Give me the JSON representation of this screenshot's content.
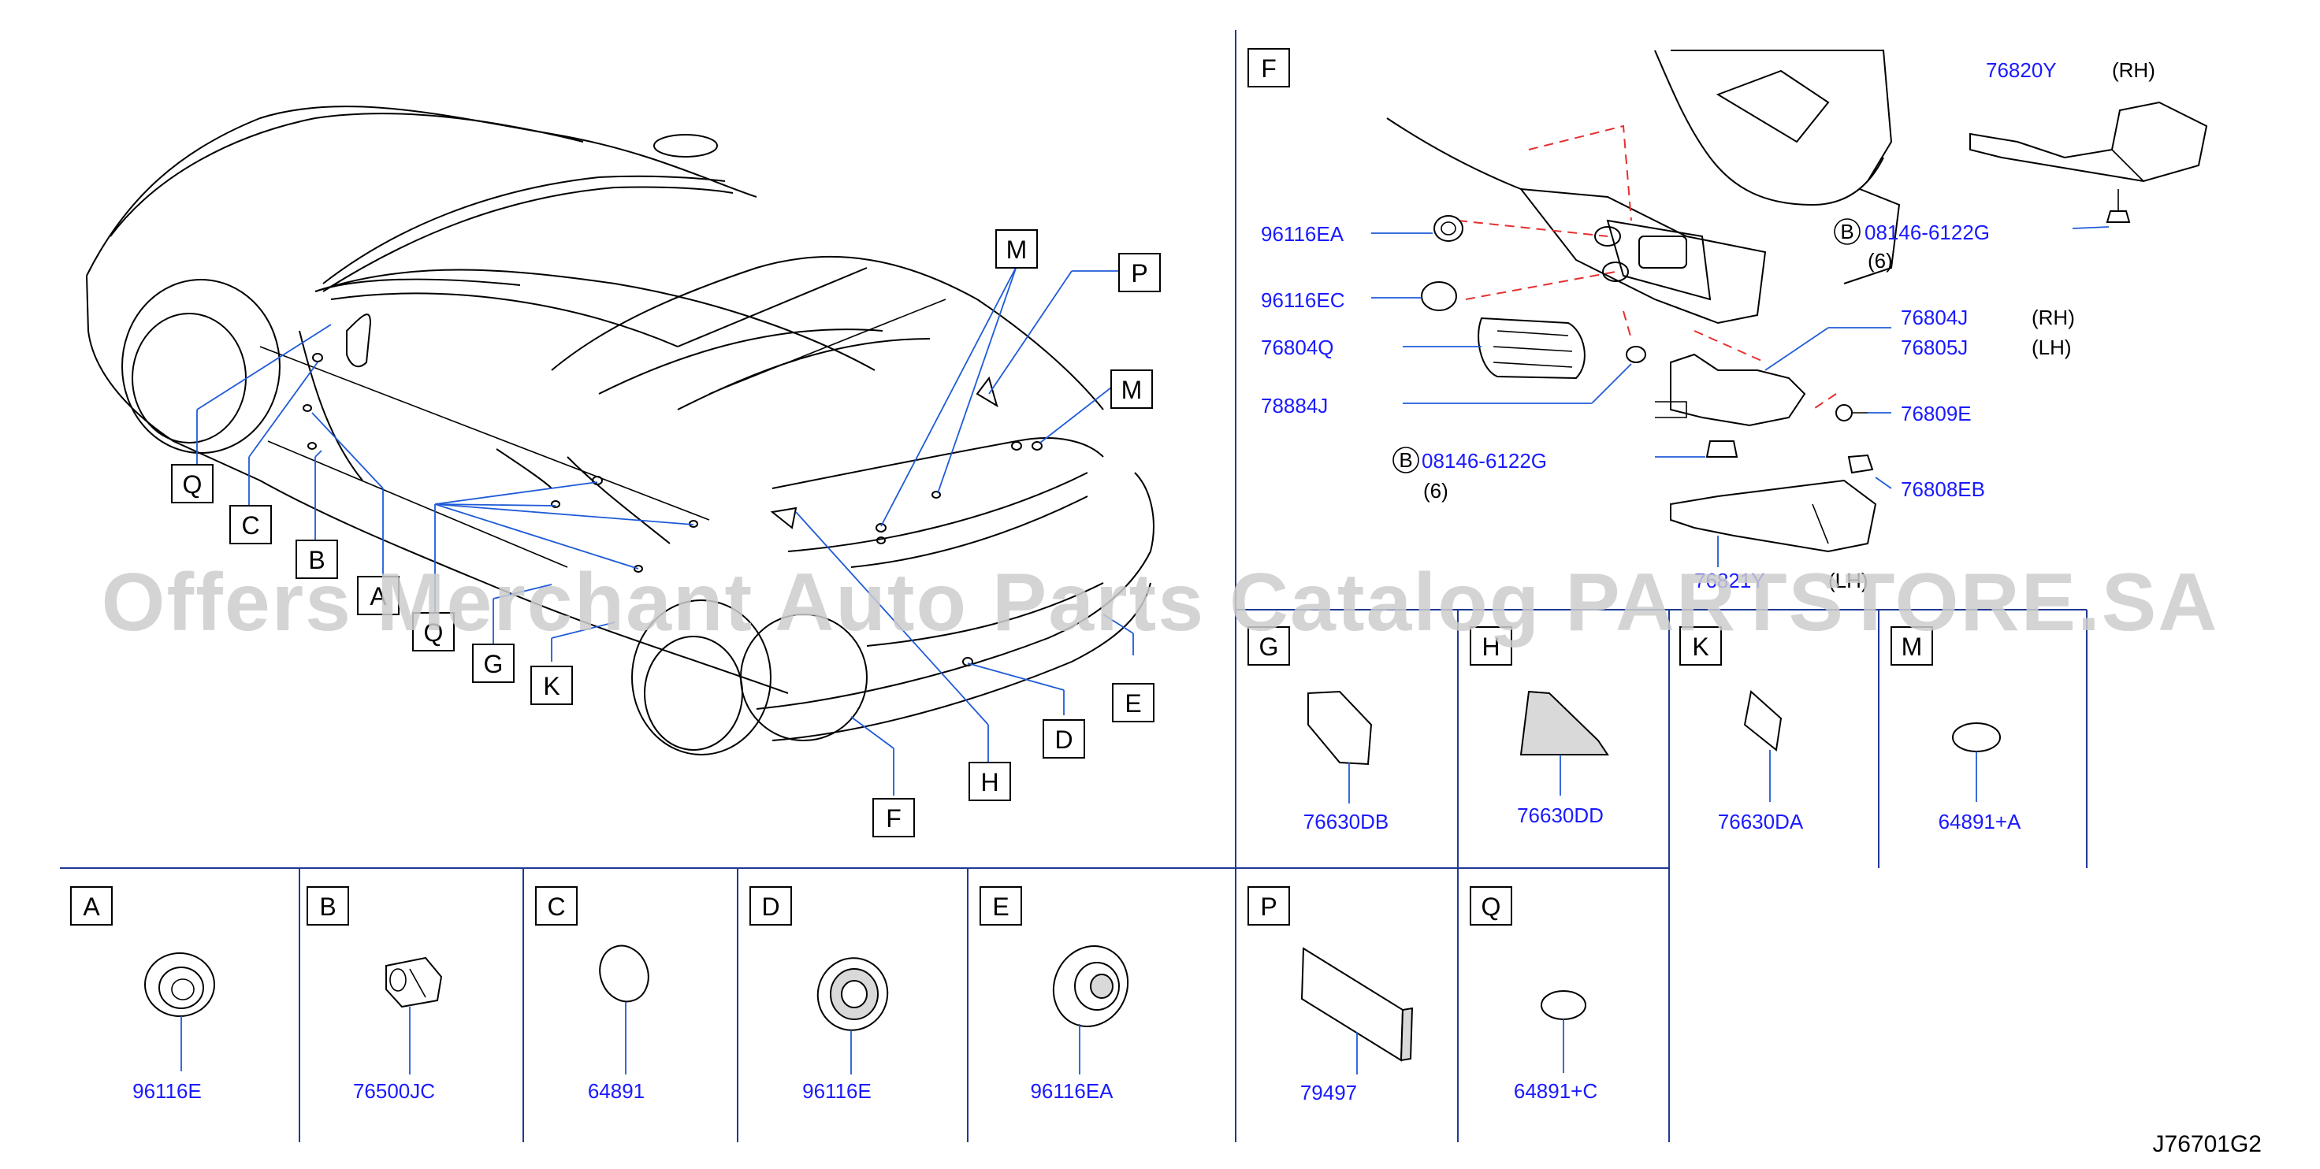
{
  "diagram_id": "J76701G2",
  "watermark": "Offers Merchant Auto Parts Catalog PARTSTORE.SA",
  "car_callouts": [
    "Q",
    "C",
    "B",
    "A",
    "Q",
    "G",
    "K",
    "M",
    "P",
    "M",
    "E",
    "D",
    "H",
    "F"
  ],
  "panel_f": {
    "title": "F",
    "labels": {
      "p96116EA": "96116EA",
      "p96116EC": "96116EC",
      "p76804Q": "76804Q",
      "p78884J": "78884J",
      "p76820Y": "76820Y",
      "p76820Y_side": "(RH)",
      "p08146_top": "08146-6122G",
      "p08146_top_qty": "(6)",
      "p76804J": "76804J",
      "p76804J_side": "(RH)",
      "p76805J": "76805J",
      "p76805J_side": "(LH)",
      "p76809E": "76809E",
      "p08146_bot": "08146-6122G",
      "p08146_bot_qty": "(6)",
      "p76808EB": "76808EB",
      "p_partial": "76821Y",
      "p_partial_side": "(LH)",
      "b_mark": "B"
    }
  },
  "panels": [
    {
      "key": "G",
      "part": "76630DB"
    },
    {
      "key": "H",
      "part": "76630DD"
    },
    {
      "key": "K",
      "part": "76630DA"
    },
    {
      "key": "M",
      "part": "64891+A"
    },
    {
      "key": "A",
      "part": "96116E"
    },
    {
      "key": "B",
      "part": "76500JC"
    },
    {
      "key": "C",
      "part": "64891"
    },
    {
      "key": "D",
      "part": "96116E"
    },
    {
      "key": "E",
      "part": "96116EA"
    },
    {
      "key": "P",
      "part": "79497"
    },
    {
      "key": "Q",
      "part": "64891+C"
    }
  ],
  "colors": {
    "label": "#1a1aff",
    "leader": "#1f5bd8",
    "dashed": "#e53030",
    "frame": "#1f3a93"
  }
}
